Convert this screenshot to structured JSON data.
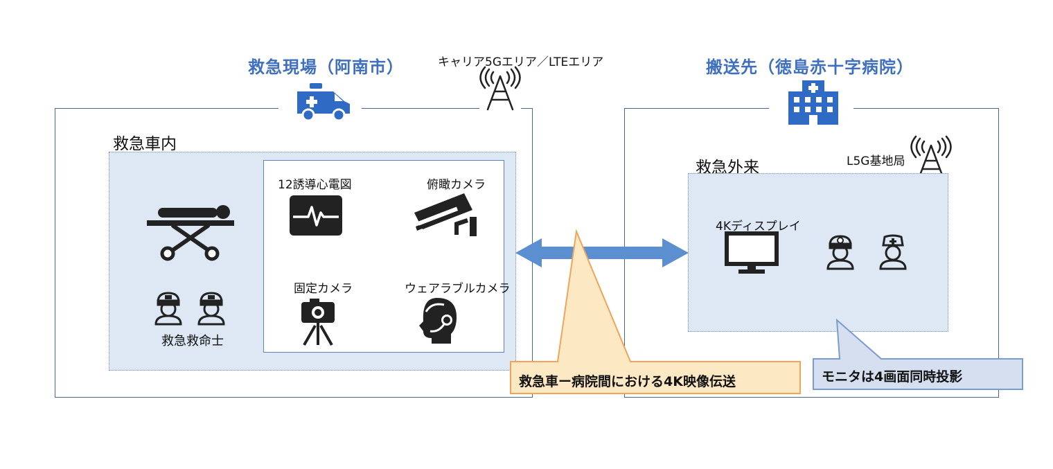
{
  "left": {
    "heading": "救急現場（阿南市）",
    "carrier_label": "キャリア5Gエリア／LTEエリア",
    "vehicle_label": "救急車内",
    "paramedic_label": "救急救命士",
    "devices": {
      "ecg": "12誘導心電図",
      "overhead_camera": "俯瞰カメラ",
      "fixed_camera": "固定カメラ",
      "wearable_camera": "ウェアラブルカメラ"
    }
  },
  "right": {
    "heading": "搬送先（徳島赤十字病院）",
    "er_label": "救急外来",
    "base_station_label": "L5G基地局",
    "display_label": "4Kディスプレイ"
  },
  "callouts": {
    "transmission": "救急車ー病院間における4K映像伝送",
    "monitor": "モニタは4画面同時投影"
  },
  "colors": {
    "heading": "#3f6fbf",
    "arrow": "#5b8fd0",
    "frame": "#4a6491",
    "zone_fill": "#dde8f4",
    "callout_orange_fill": "#fde8c4",
    "callout_orange_border": "#f0a35a",
    "callout_blue_fill": "#d5dff0",
    "callout_blue_border": "#7a9ccc"
  }
}
